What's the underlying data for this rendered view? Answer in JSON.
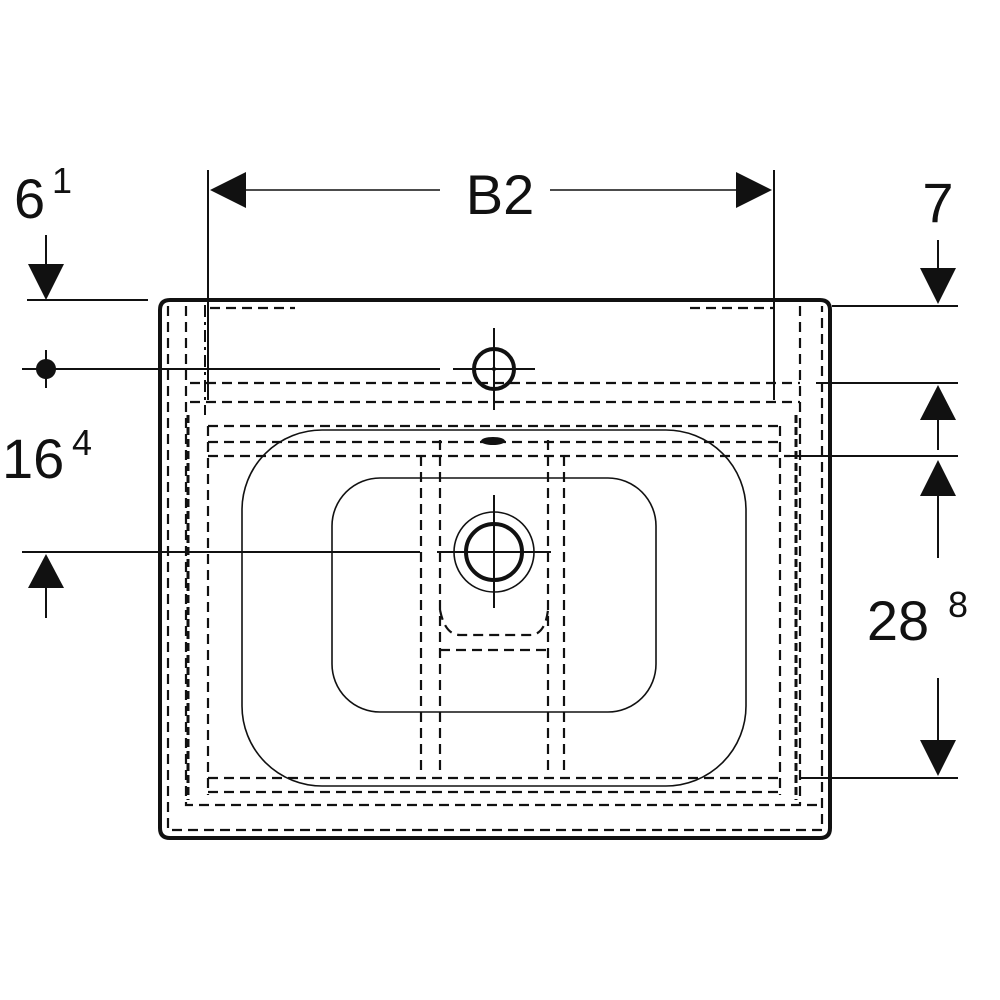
{
  "drawing": {
    "subject": "washbasin top view technical drawing",
    "dimensions": {
      "top_width": {
        "label": "B2"
      },
      "left_top_offset": {
        "main": "6",
        "sup": "1"
      },
      "left_drain_offset": {
        "main": "16",
        "sup": "4"
      },
      "right_top_offset": {
        "main": "7"
      },
      "right_bowl_depth": {
        "main": "28",
        "sup": "8"
      }
    },
    "features": [
      {
        "name": "tap-hole",
        "type": "circle-with-crosshair"
      },
      {
        "name": "drain-outlet",
        "type": "double-circle-with-crosshair"
      },
      {
        "name": "overflow-slot",
        "type": "ellipse"
      },
      {
        "name": "basin-bowl-outer",
        "type": "rounded-rectangle"
      },
      {
        "name": "basin-bowl-inner",
        "type": "rounded-rectangle"
      },
      {
        "name": "reference-point",
        "type": "filled-dot"
      }
    ],
    "colors": {
      "line": "#111111",
      "background": "#ffffff"
    }
  }
}
